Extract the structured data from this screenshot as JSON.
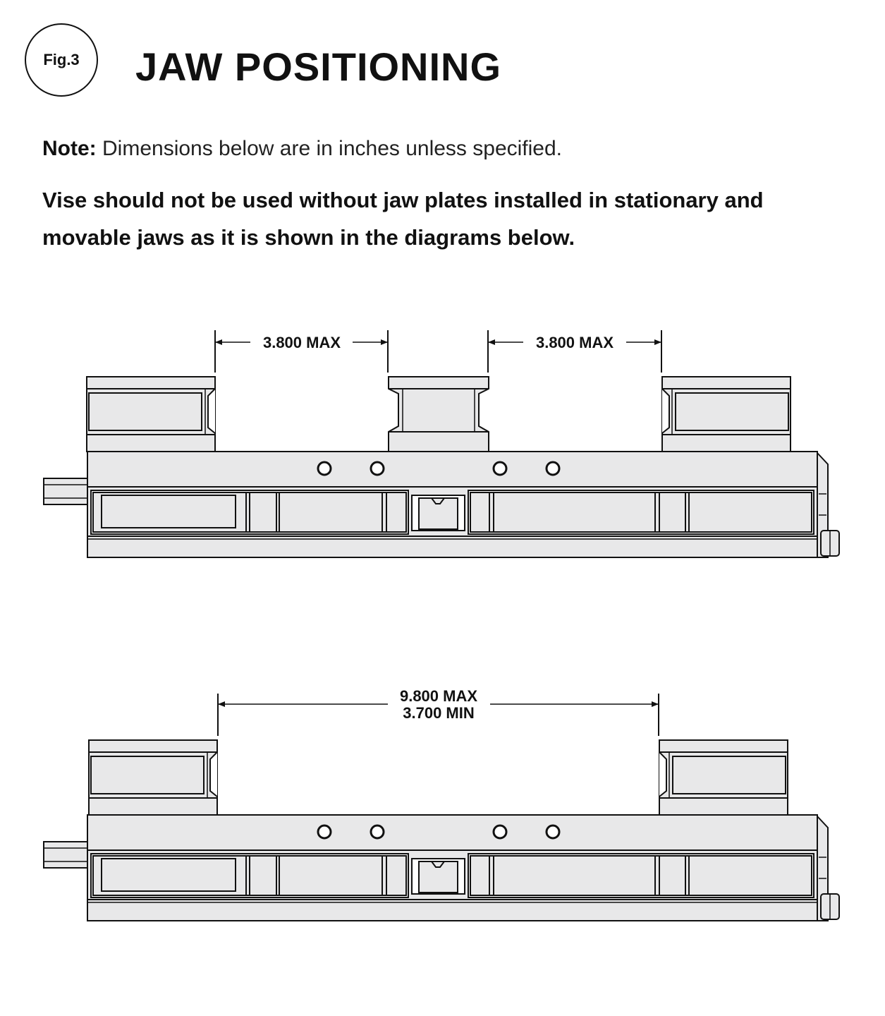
{
  "badge": {
    "label": "Fig.3"
  },
  "title": "JAW POSITIONING",
  "note": {
    "label": "Note:",
    "text": "Dimensions below are in inches unless specified."
  },
  "warning": "Vise should not be used without jaw plates installed in stationary and movable jaws as it is shown in the diagrams below.",
  "diagram_top": {
    "dim_left": "3.800 MAX",
    "dim_right": "3.800 MAX"
  },
  "diagram_bottom": {
    "dim_max": "9.800 MAX",
    "dim_min": "3.700 MIN"
  },
  "colors": {
    "line": "#111111",
    "fill": "#e8e8e9",
    "background": "#ffffff"
  }
}
